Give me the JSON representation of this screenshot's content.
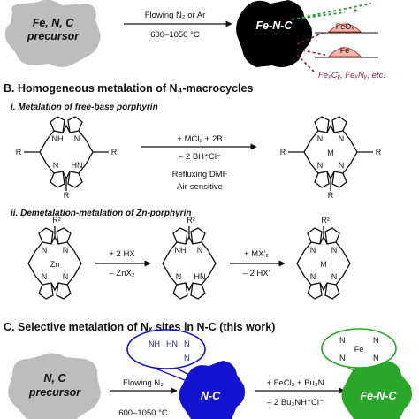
{
  "section_a": {
    "precursor_label_line1": "Fe, N, C",
    "precursor_label_line2": "precursor",
    "arrow_top": "Flowing N₂ or Ar",
    "arrow_bottom": "600–1050 °C",
    "product_label": "Fe-N-C",
    "plus_sign": "+",
    "particle_1": "FeOₓ",
    "particle_2": "Fe",
    "byproducts": "FeₓCᵧ, FeₓNᵧ, etc."
  },
  "section_b": {
    "title": "B. Homogeneous metalation of N₄-macrocycles",
    "sub_i": "i. Metalation of free-base porphyrin",
    "reagents_i_top": "+ MCl₂ + 2B",
    "reagents_i_mid": "– 2 BH⁺Cl⁻",
    "reagents_i_bot1": "Refluxing DMF",
    "reagents_i_bot2": "Air-sensitive",
    "sub_ii": "ii. Demetalation-metalation of Zn-porphyrin",
    "reagents_ii_1_top": "+ 2 HX",
    "reagents_ii_1_bot": "– ZnX₂",
    "reagents_ii_2_top": "+ MX'₂",
    "reagents_ii_2_bot": "– 2 HX'"
  },
  "molecules": {
    "R": "R",
    "NH": "NH",
    "HN": "HN",
    "N": "N",
    "M": "M",
    "Zn": "Zn",
    "R2": "R²"
  },
  "section_c": {
    "title": "C. Selective metalation of Nₓ sites in N-C (this work)",
    "precursor_label_line1": "N, C",
    "precursor_label_line2": "precursor",
    "arrow_1_top": "Flowing N₂",
    "arrow_1_bottom": "600–1050 °C",
    "nc_label": "N-C",
    "site_nh": "NH",
    "site_hn": "HN",
    "site_n": "N",
    "arrow_2_top": "+ FeCl₂ + Bu₃N",
    "arrow_2_bottom": "– 2 Bu₃NH⁺Cl⁻",
    "fenc_label": "Fe-N-C",
    "fe_site_fe": "Fe",
    "fe_site_n": "N"
  },
  "colors": {
    "precursor_gray": "#bdbdbd",
    "fenc_black": "#000000",
    "nc_blue": "#1414d0",
    "fenc_green": "#2aa62a",
    "particle_fill": "#f2b6ae",
    "particle_stroke": "#c0392b",
    "byproduct_red": "#8a1f3c",
    "dotted_green": "#1e9e2e"
  }
}
